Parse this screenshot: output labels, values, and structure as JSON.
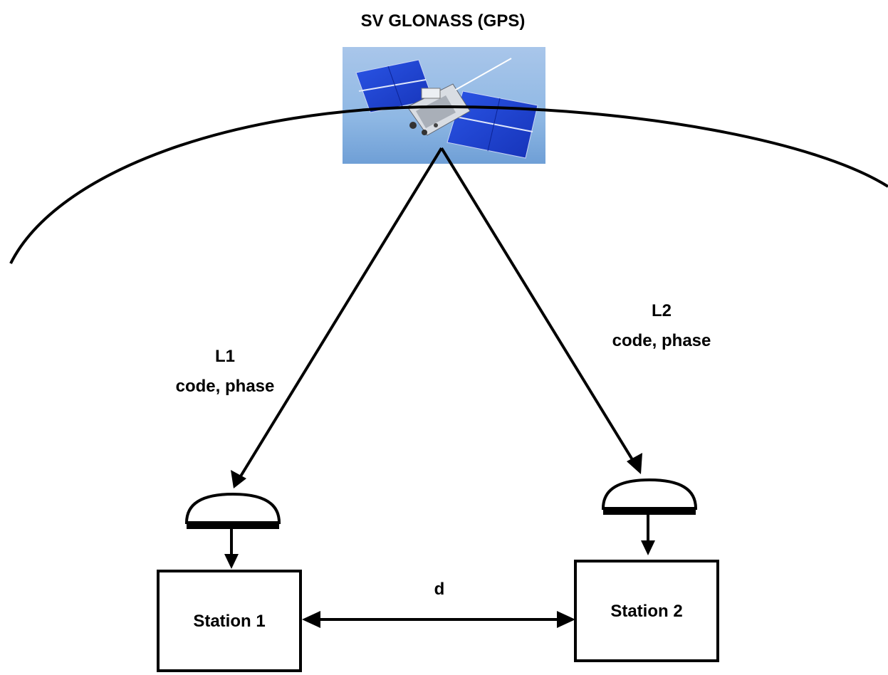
{
  "title": "SV GLONASS (GPS)",
  "links": {
    "l1": {
      "name": "L1",
      "detail": "code, phase"
    },
    "l2": {
      "name": "L2",
      "detail": "code, phase"
    }
  },
  "stations": {
    "station1": "Station 1",
    "station2": "Station 2"
  },
  "baseline_label": "d",
  "colors": {
    "line": "#000000",
    "background": "#ffffff",
    "satellite_panel": "#1c3fd0",
    "sky": "#8fb8e4"
  },
  "icons": [
    "satellite-icon",
    "antenna-icon"
  ]
}
